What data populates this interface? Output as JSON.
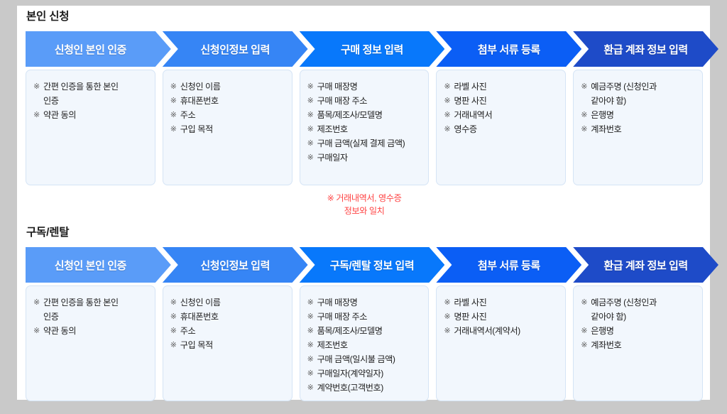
{
  "bullet_mark": "※",
  "colors": {
    "page_background": "#c9c9c9",
    "canvas": "#ffffff",
    "card_background": "#f2f7fd",
    "card_border": "#d5e4f5",
    "note_text": "#ff4545",
    "step_colors": [
      "#5a9cf8",
      "#3685f5",
      "#0878fb",
      "#0b5ef5",
      "#1e4bc8"
    ]
  },
  "sections": [
    {
      "id": "self-application",
      "title": "본인 신청",
      "steps": [
        {
          "label": "신청인 본인 인증",
          "color": "#5a9cf8",
          "items": [
            "간편 인증을 통한 본인\n인증",
            "약관 동의"
          ]
        },
        {
          "label": "신청인정보 입력",
          "color": "#3685f5",
          "items": [
            "신청인 이름",
            "휴대폰번호",
            "주소",
            "구입 목적"
          ]
        },
        {
          "label": "구매 정보 입력",
          "color": "#0878fb",
          "items": [
            "구매 매장명",
            "구매 매장 주소",
            "품목/제조사/모델명",
            "제조번호",
            "구매 금액(실제 결제 금액)",
            "구매일자"
          ],
          "note": "※ 거래내역서, 영수증\n정보와 일치"
        },
        {
          "label": "첨부 서류 등록",
          "color": "#0b5ef5",
          "items": [
            "라벨 사진",
            "명판 사진",
            "거래내역서",
            "영수증"
          ]
        },
        {
          "label": "환급 계좌 정보 입력",
          "color": "#1e4bc8",
          "items": [
            "예금주명 (신청인과\n같아야 함)",
            "은행명",
            "계좌번호"
          ]
        }
      ]
    },
    {
      "id": "subscription-rental",
      "title": "구독/렌탈",
      "steps": [
        {
          "label": "신청인 본인 인증",
          "color": "#5a9cf8",
          "items": [
            "간편 인증을 통한 본인\n인증",
            "약관 동의"
          ]
        },
        {
          "label": "신청인정보 입력",
          "color": "#3685f5",
          "items": [
            "신청인 이름",
            "휴대폰번호",
            "주소",
            "구입 목적"
          ]
        },
        {
          "label": "구독/렌탈 정보 입력",
          "color": "#0878fb",
          "items": [
            "구매 매장명",
            "구매 매장 주소",
            "품목/제조사/모델명",
            "제조번호",
            "구매 금액(일시불 금액)",
            "구매일자(계약일자)",
            "계약번호(고객번호)"
          ]
        },
        {
          "label": "첨부 서류 등록",
          "color": "#0b5ef5",
          "items": [
            "라벨 사진",
            "명판 사진",
            "거래내역서(계약서)"
          ]
        },
        {
          "label": "환급 계좌 정보 입력",
          "color": "#1e4bc8",
          "items": [
            "예금주명 (신청인과\n같아야 함)",
            "은행명",
            "계좌번호"
          ]
        }
      ]
    }
  ]
}
